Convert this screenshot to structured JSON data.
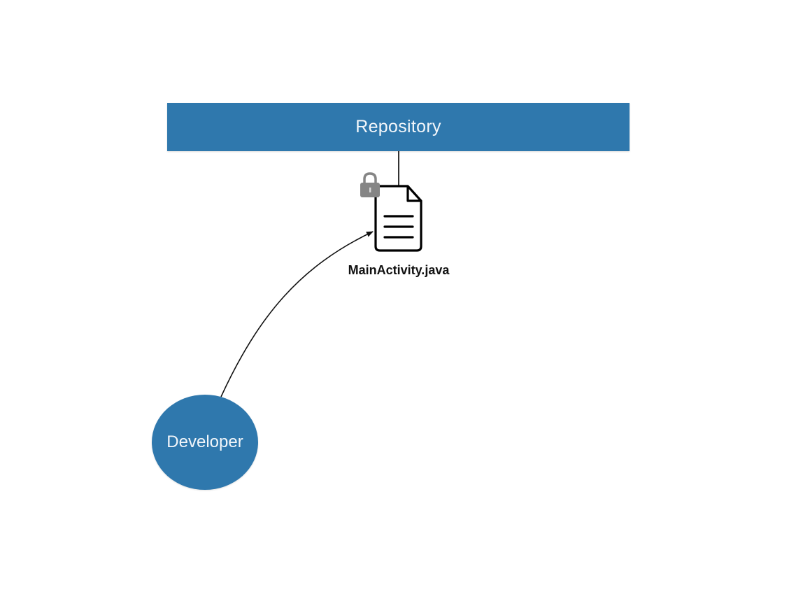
{
  "repository": {
    "label": "Repository",
    "color": "#2f78ad"
  },
  "developer": {
    "label": "Developer",
    "color": "#2f78ad"
  },
  "file": {
    "name": "MainActivity.java",
    "icon": "document-icon",
    "locked": true,
    "lock_icon": "padlock-icon"
  },
  "edges": [
    {
      "from": "repository",
      "to": "file",
      "style": "line"
    },
    {
      "from": "developer",
      "to": "file",
      "style": "arrow"
    }
  ]
}
